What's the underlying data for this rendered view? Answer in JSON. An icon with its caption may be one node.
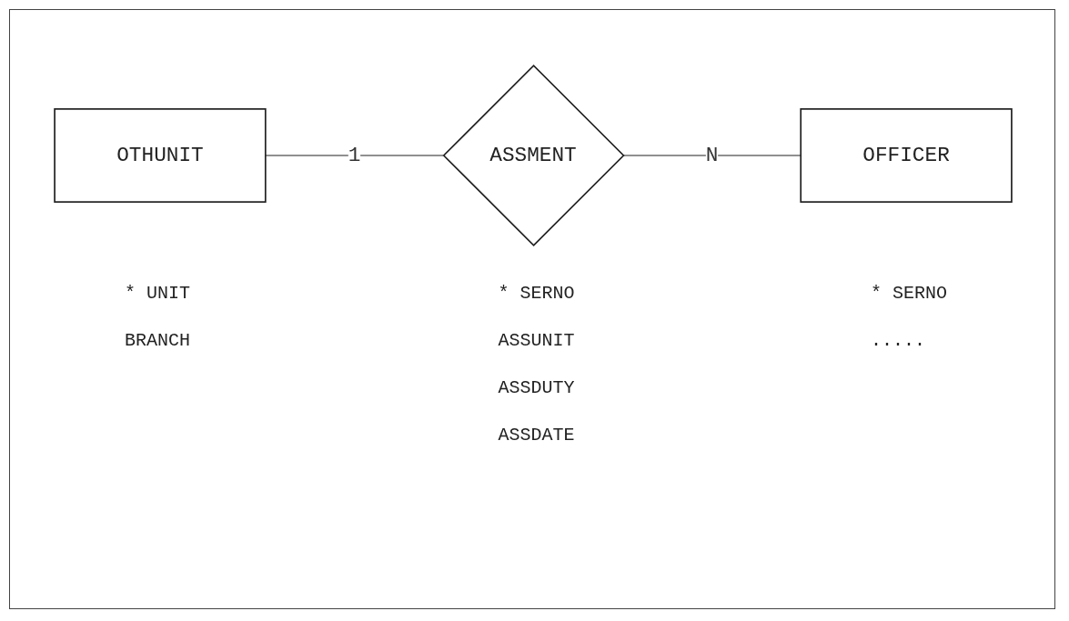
{
  "diagram": {
    "nodes": [
      {
        "text": [
          "OTHUNIT"
        ],
        "beside": [
          "* UNIT",
          "BRANCH"
        ]
      },
      {
        "text": [
          "ASSMENT"
        ],
        "beside": [
          "* SERNO",
          "ASSUNIT",
          "ASSDUTY",
          "ASSDATE"
        ]
      },
      {
        "text": [
          "OFFICER"
        ],
        "beside": [
          "* SERNO",
          "....."
        ]
      }
    ],
    "edges": [
      {
        "from": 0,
        "to": 1,
        "arrow": "none",
        "label": "1"
      },
      {
        "from": 1,
        "to": 2,
        "arrow": "none",
        "label": "N"
      }
    ]
  }
}
